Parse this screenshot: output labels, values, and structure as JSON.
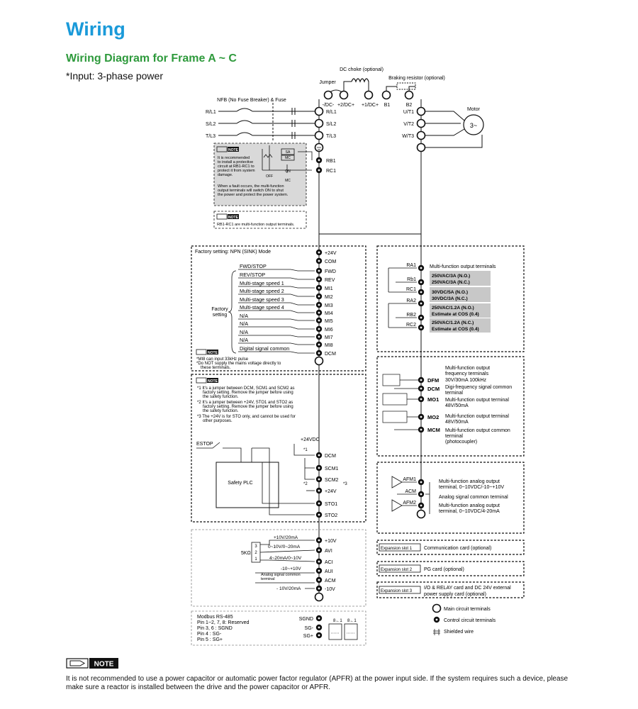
{
  "header": {
    "title": "Wiring",
    "subtitle": "Wiring Diagram for Frame A ~ C",
    "input": "*Input: 3-phase power"
  },
  "main": {
    "dc_choke": "DC choke (optional)",
    "jumper": "Jumper",
    "braking_resistor": "Braking resistor (optional)",
    "nfb": "NFB (No Fuse Breaker) & Fuse",
    "motor": "Motor",
    "motor_symbol": "3~",
    "dc_terminals": [
      "-/DC-",
      "+2/DC+",
      "+1/DC+",
      "B1",
      "B2"
    ],
    "input_labels": [
      "R/L1",
      "S/L2",
      "T/L3"
    ],
    "input_terminals": [
      "R/L1",
      "S/L2",
      "T/L3"
    ],
    "output_terminals": [
      "U/T1",
      "V/T2",
      "W/T3"
    ],
    "relay_terminals": [
      "RB1",
      "RC1"
    ],
    "sa": "SA",
    "mc": "MC",
    "on": "ON",
    "off": "OFF",
    "note_word": "NOTE",
    "note1_lines": [
      "It is recommended",
      "to install a protective",
      "circuit at RB1-RC1 to",
      "protect it from system",
      "damage.",
      "When a fault occurs, the multi-function",
      "output terminals will switch ON to shut",
      "the power and protect the power system."
    ],
    "note2": "RB1-RC1 are multi-function output terminals."
  },
  "digital": {
    "factory": "Factory setting: NPN (SINK) Mode",
    "factory_setting": [
      "Factory",
      "setting"
    ],
    "labels": [
      "FWD/STOP",
      "REV/STOP",
      "Multi-stage speed 1",
      "Multi-stage speed 2",
      "Multi-stage speed 3",
      "Multi-stage speed 4",
      "N/A",
      "N/A",
      "N/A",
      "N/A",
      "Digital signal common"
    ],
    "terminals": [
      "+24V",
      "COM",
      "FWD",
      "REV",
      "MI1",
      "MI2",
      "MI3",
      "MI4",
      "MI5",
      "MI6",
      "MI7",
      "MI8",
      "DCM"
    ],
    "notes": [
      "*MI8 can input 33kHz pulse",
      "*Do NOT supply the mains voltage directly to",
      "these terminals."
    ]
  },
  "safety": {
    "notes": [
      "*1 It's a jumper between DCM, SCM1 and SCM2 as",
      "factory setting. Remove the jumper before using",
      "the safety function.",
      "*2 It's a jumper between +24V, STO1 and STO2 as",
      "factory setting. Remove the jumper before using",
      "the safety function.",
      "*3 The +24V is for STO only, and cannot be used for",
      "other purposes."
    ],
    "estop": "ESTOP",
    "plc": "Safety PLC",
    "v24": "+24VDC",
    "terminals": [
      "DCM",
      "SCM1",
      "SCM2",
      "+24V",
      "STO1",
      "STO2"
    ],
    "marks": [
      "*1",
      "*2",
      "*3"
    ]
  },
  "analog_in": {
    "pot": "5KΩ",
    "pot_pins": [
      "3",
      "2",
      "1"
    ],
    "labels": [
      "+10V/20mA",
      "0~10V/0~20mA",
      "4~20mA/0~10V",
      "-10~+10V",
      "Analog signal common",
      "terminal",
      "- 10V/20mA"
    ],
    "terminals": [
      "+10V",
      "AVI",
      "ACI",
      "AUI",
      "ACM",
      "-10V"
    ]
  },
  "modbus": {
    "lines": [
      "Modbus RS-485",
      "Pin 1~2, 7, 8: Reserved",
      "Pin 3, 6 : SGND",
      "Pin 4 : SG-",
      "Pin 5 : SG+"
    ],
    "terminals": [
      "SGND",
      "SG-",
      "SG+"
    ],
    "ports": [
      "8←1",
      "8←1"
    ]
  },
  "relay_out": {
    "title": "Multi-function output terminals",
    "terminals": [
      "RA1",
      "Rb1",
      "RC1",
      "RA2",
      "RB2",
      "RC2"
    ],
    "ratings": [
      "250VAC/3A (N.O.)",
      "250VAC/3A (N.C.)",
      "30VDC/5A (N.O.)",
      "30VDC/3A (N.C.)",
      "250VAC/1.2A (N.O.)",
      "Estimate at COS (0.4)",
      "250VAC/1.2A (N.C.)",
      "Estimate at COS (0.4)"
    ]
  },
  "digital_out": {
    "terminals": [
      "DFM",
      "DCM",
      "MO1",
      "MO2",
      "MCM"
    ],
    "descs": [
      [
        "Multi-function output",
        "frequency terminals",
        "30V/30mA 100kHz"
      ],
      [
        "Digi-frequency signal common",
        "terminal"
      ],
      [
        "Multi-function output terminal",
        "48V/50mA"
      ],
      [
        "Multi-function output terminal",
        "48V/50mA"
      ],
      [
        "Multi-function output common",
        "terminal",
        "(photocoupler)"
      ]
    ]
  },
  "analog_out": {
    "terminals": [
      "AFM1",
      "ACM",
      "AFM2"
    ],
    "descs": [
      [
        "Multi-function analog output",
        "terminal, 0~10VDC/-10~+10V"
      ],
      [
        "Analog signal common terminal"
      ],
      [
        "Multi-function analog output",
        "terminal, 0~10VDC/4-20mA"
      ]
    ]
  },
  "slots": [
    {
      "name": "Expansion slot 1",
      "desc": "Communication card (optional)"
    },
    {
      "name": "Expansion slot 2",
      "desc": "PG card (optional)"
    },
    {
      "name": "Expansion slot 3",
      "desc": "I/O & RELAY card and DC 24V external",
      "desc2": "power supply card (optional)"
    }
  ],
  "legend": [
    "Main circuit terminals",
    "Control circuit terminals",
    "Shielded wire"
  ],
  "footer": {
    "note_word": "NOTE",
    "text": "It is not recommended to use a power capacitor or automatic power factor regulator (APFR) at the power input side. If the system requires such a device, please make sure a reactor is installed between the drive and the power capacitor or APFR."
  },
  "colors": {
    "title": "#1a9ad9",
    "subtitle": "#2e9a3c",
    "note_fill": "#d9d9d9",
    "rating_fill": "#c8c8c8"
  }
}
